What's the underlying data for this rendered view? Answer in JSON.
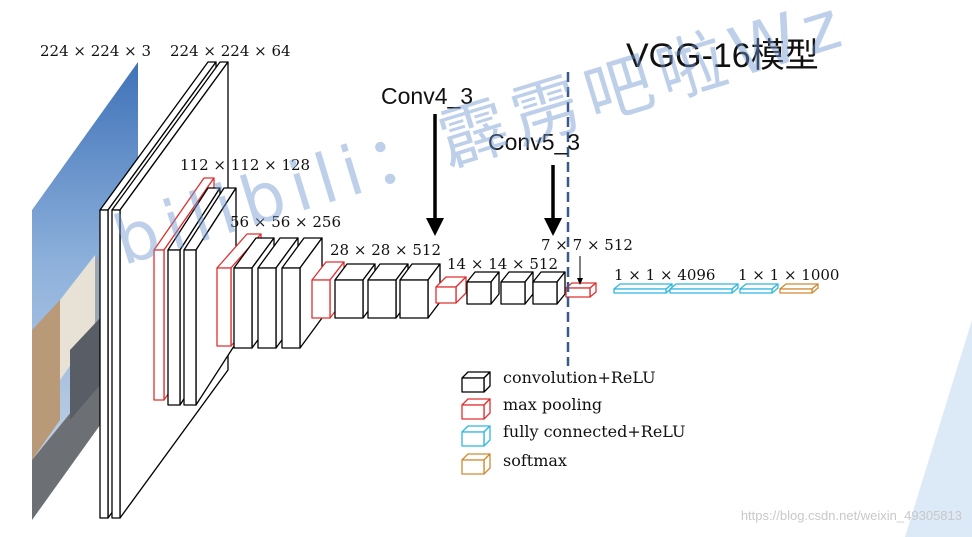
{
  "title": "VGG-16模型",
  "input_size": "224 × 224 × 3",
  "stage_sizes": [
    "224 × 224 × 64",
    "112 × 112 × 128",
    "56 × 56 × 256",
    "28 × 28 × 512",
    "14 × 14 × 512",
    "7 × 7 × 512",
    "1 × 1 × 4096",
    "1 × 1 × 1000"
  ],
  "callouts": {
    "conv4_3": "Conv4_3",
    "conv5_3": "Conv5_3"
  },
  "legend": [
    {
      "label": "convolution+ReLU",
      "color": "#000000"
    },
    {
      "label": "max pooling",
      "color": "#e03030"
    },
    {
      "label": "fully connected+ReLU",
      "color": "#2fb8e0"
    },
    {
      "label": "softmax",
      "color": "#d08a30"
    }
  ],
  "colors": {
    "conv": "#000000",
    "pool": "#e03030",
    "fc": "#2fb8e0",
    "softmax": "#d08a30",
    "divider": "#3a5a8a",
    "watermark": "#6f97cf"
  },
  "watermark": "bilibili：霹雳吧啦Wz",
  "source_url": "https://blog.csdn.net/weixin_49305813"
}
